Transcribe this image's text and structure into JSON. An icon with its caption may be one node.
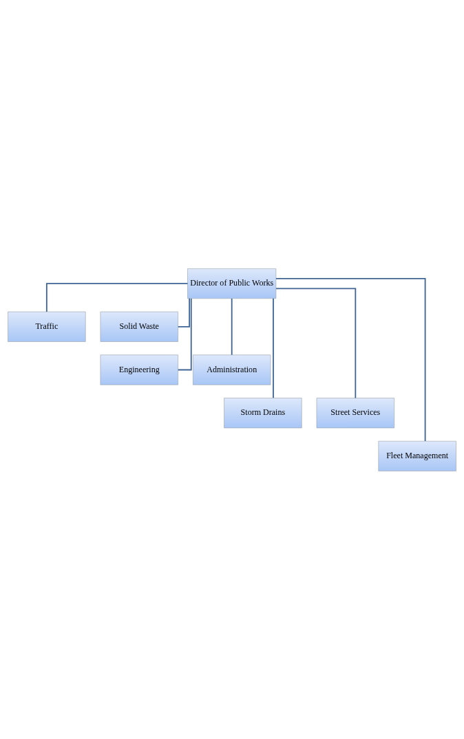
{
  "diagram": {
    "nodes": [
      {
        "text": [
          "Director of Public Works"
        ]
      },
      {
        "text": [
          "Traffic"
        ]
      },
      {
        "text": [
          "Solid Waste"
        ]
      },
      {
        "text": [
          "Engineering"
        ]
      },
      {
        "text": [
          "Administration"
        ]
      },
      {
        "text": [
          "Storm Drains"
        ]
      },
      {
        "text": [
          "Street Services"
        ]
      },
      {
        "text": [
          "Fleet Management"
        ]
      }
    ],
    "edges": [
      {
        "from": 0,
        "to": 1,
        "arrow": "none"
      },
      {
        "from": 0,
        "to": 2,
        "arrow": "none"
      },
      {
        "from": 0,
        "to": 3,
        "arrow": "none"
      },
      {
        "from": 0,
        "to": 4,
        "arrow": "none"
      },
      {
        "from": 0,
        "to": 5,
        "arrow": "none"
      },
      {
        "from": 0,
        "to": 6,
        "arrow": "none"
      },
      {
        "from": 0,
        "to": 7,
        "arrow": "none"
      }
    ]
  }
}
